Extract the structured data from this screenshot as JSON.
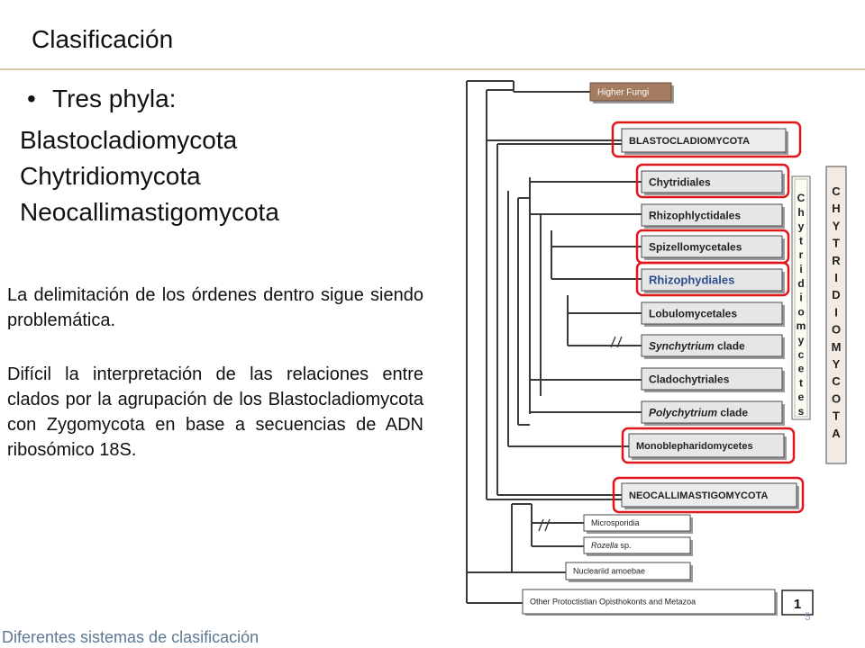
{
  "header": {
    "title": "Clasificación"
  },
  "bullet": {
    "symbol": "•",
    "text": "Tres phyla:"
  },
  "phyla": [
    "Blastocladiomycota",
    "Chytridiomycota",
    "Neocallimastigomycota"
  ],
  "paragraphs": [
    "La delimitación de los órdenes dentro sigue siendo problemática.",
    "Difícil la interpretación de las relaciones entre clados por la agrupación de los Blastocladiomycota con Zygomycota en base a secuencias de ADN ribosómico 18S."
  ],
  "footer": {
    "text": "Diferentes sistemas de clasificación",
    "page": "5"
  },
  "tree": {
    "taxa": [
      {
        "label": "Higher Fungi",
        "style": "brown"
      },
      {
        "label": "BLASTOCLADIOMYCOTA",
        "style": "caps",
        "highlight": true
      },
      {
        "label": "Chytridiales",
        "style": "bold",
        "highlight": true
      },
      {
        "label": "Rhizophlyctidales",
        "style": "bold"
      },
      {
        "label": "Spizellomycetales",
        "style": "bold",
        "highlight": true
      },
      {
        "label": "Rhizophydiales",
        "style": "blue",
        "highlight": true
      },
      {
        "label": "Lobulomycetales",
        "style": "bold"
      },
      {
        "label": "Synchytrium",
        "suffix": " clade",
        "style": "italic"
      },
      {
        "label": "Cladochytriales",
        "style": "bold"
      },
      {
        "label": "Polychytrium",
        "suffix": " clade",
        "style": "italic"
      },
      {
        "label": "Monoblepharidomycetes",
        "style": "bold",
        "highlight": true
      },
      {
        "label": "NEOCALLIMASTIGOMYCOTA",
        "style": "caps",
        "highlight": true
      },
      {
        "label": "Microsporidia",
        "style": "small"
      },
      {
        "label": "Rozella",
        "suffix": " sp.",
        "style": "small-italic"
      },
      {
        "label": "Nucleariid amoebae",
        "style": "small"
      },
      {
        "label": "Other Protoctistian Opisthokonts and Metazoa",
        "style": "small"
      }
    ],
    "class_bracket": "Chytridiomycetes",
    "phylum_bracket": "CHYTRIDIOMYCOTA",
    "figure_number": "1",
    "highlight_color": "#e0161b"
  }
}
